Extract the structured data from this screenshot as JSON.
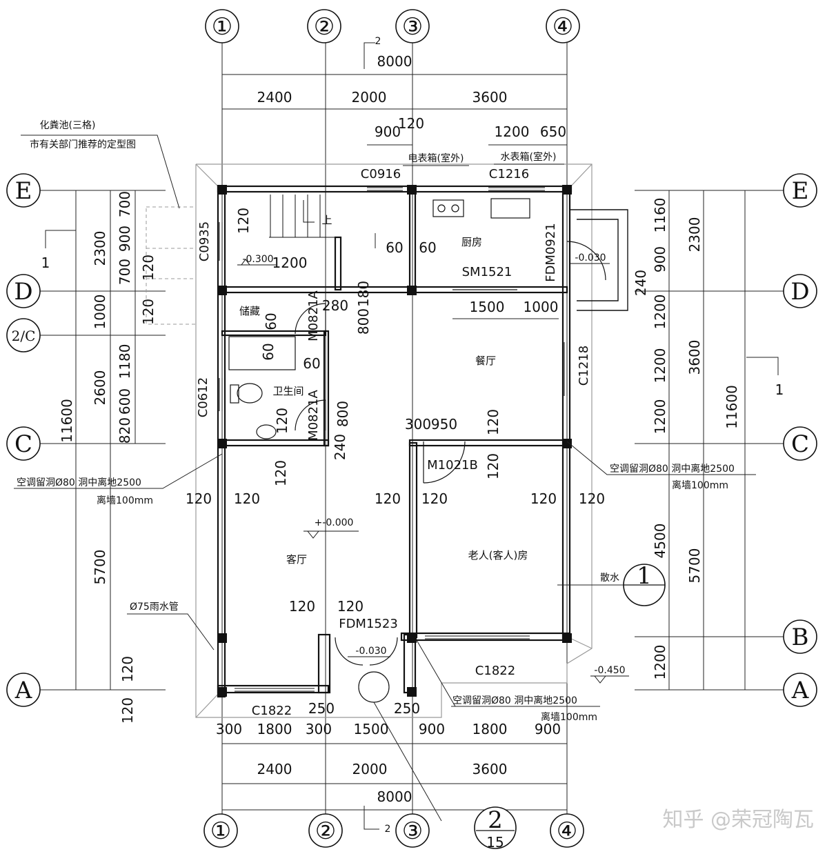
{
  "grid_top": [
    "①",
    "②",
    "③",
    "④"
  ],
  "grid_bottom": [
    "①",
    "②",
    "③",
    "④"
  ],
  "grid_left": [
    "E",
    "D",
    "2/C",
    "C",
    "A"
  ],
  "grid_right": [
    "E",
    "D",
    "C",
    "B",
    "A"
  ],
  "dims_top": {
    "overall": "8000",
    "bays": [
      "2400",
      "2000",
      "3600"
    ],
    "detail": [
      "900",
      "120",
      "1200",
      "650"
    ]
  },
  "dims_bottom": {
    "overall": "8000",
    "bays": [
      "2400",
      "2000",
      "3600"
    ],
    "detail": [
      "300",
      "1800",
      "300",
      "1500",
      "900",
      "1800",
      "900"
    ],
    "door_piers": [
      "250",
      "250"
    ]
  },
  "dims_left": {
    "overall": "11600",
    "bays": [
      "2300",
      "1000",
      "2600",
      "5700"
    ],
    "detail": [
      "700",
      "900",
      "700",
      "120",
      "120",
      "1180",
      "600",
      "820",
      "120",
      "120"
    ]
  },
  "dims_right": {
    "overall": "11600",
    "bays": [
      "2300",
      "3600",
      "5700"
    ],
    "detail": [
      "1160",
      "900",
      "240",
      "1200",
      "1200",
      "1200",
      "4500",
      "1200"
    ]
  },
  "rooms": {
    "kitchen": "厨房",
    "storage": "储藏",
    "bathroom": "卫生间",
    "dining": "餐厅",
    "living": "客厅",
    "elder_room": "老人(客人)房",
    "stair_up": "上"
  },
  "openings": [
    "C0916",
    "C1216",
    "C0935",
    "SM1521",
    "FDM0921",
    "M0821A",
    "M0821A",
    "C0612",
    "C1218",
    "M1021B",
    "FDM1523",
    "C1822",
    "C1822"
  ],
  "levels": [
    "-0.300",
    "-0.030",
    "+-0.000",
    "-0.030",
    "-0.450"
  ],
  "inner_dims": [
    "1200",
    "120",
    "60",
    "60",
    "280",
    "180",
    "800",
    "60",
    "60",
    "60",
    "120",
    "240",
    "800",
    "300",
    "950",
    "1500",
    "1000",
    "120",
    "120",
    "120",
    "120",
    "120",
    "120",
    "120",
    "120",
    "120",
    "120",
    "120",
    "120"
  ],
  "notes": {
    "septic_1": "化粪池(三格)",
    "septic_2": "市有关部门推荐的定型图",
    "meter_elec": "电表箱(室外)",
    "meter_water": "水表箱(室外)",
    "ac_hole_1": "空调留洞Ø80 洞中离地2500",
    "ac_hole_2": "离墙100mm",
    "rain_pipe": "Ø75雨水管",
    "apron": "散水",
    "section_left": "1",
    "section_right": "1",
    "section_top": "2",
    "section_bottom": "2"
  },
  "detail_callout": {
    "num": "2",
    "sheet": "15"
  },
  "section_callout": {
    "num": "1"
  },
  "watermark": "知乎 @荣冠陶瓦"
}
